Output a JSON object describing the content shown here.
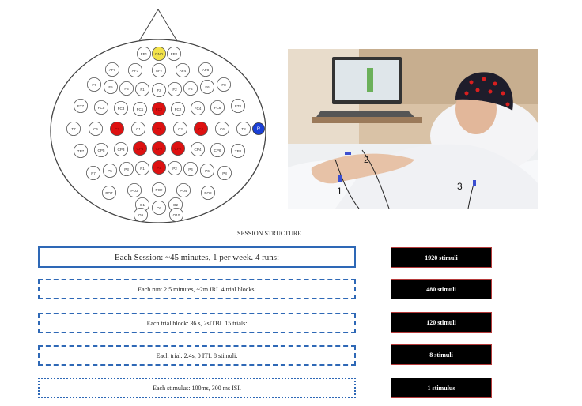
{
  "electrodes": {
    "GND": "GND",
    "Fp1": "FP1",
    "Fp2": "FP2",
    "AF7": "AF7",
    "AF3": "AF3",
    "AFz": "AFz",
    "AF4": "AF4",
    "AF8": "AF8",
    "F7": "F7",
    "F5": "F5",
    "F3": "F3",
    "F1": "F1",
    "Fz": "Fz",
    "F2": "F2",
    "F4": "F4",
    "F6": "F6",
    "F8": "F8",
    "FT7": "FT7",
    "FC5": "FC5",
    "FC3": "FC3",
    "FC1": "FC1",
    "FCz": "FCz",
    "FC2": "FC2",
    "FC4": "FC4",
    "FC6": "FC6",
    "FT8": "FT8",
    "T7": "T7",
    "C5": "C5",
    "C3": "C3",
    "C1": "C1",
    "Cz": "Cz",
    "C2": "C2",
    "C4": "C4",
    "C6": "C6",
    "T8": "T8",
    "R": "R",
    "TP7": "TP7",
    "CP5": "CP5",
    "CP3": "CP3",
    "CP1": "CP1",
    "CPz": "CPz",
    "CP2": "CP2",
    "CP4": "CP4",
    "CP6": "CP6",
    "TP8": "TP8",
    "P7": "P7",
    "P5": "P5",
    "P3": "P3",
    "P1": "P1",
    "Pz": "Pz",
    "P2": "P2",
    "P4": "P4",
    "P6": "P6",
    "P8": "P8",
    "PO7": "PO7",
    "PO3": "PO3",
    "POz": "POz",
    "PO4": "PO4",
    "PO8": "PO8",
    "O1": "O1",
    "Oz": "Oz",
    "O2": "O2",
    "O9": "O9",
    "O10": "O10"
  },
  "photo_labels": {
    "l1": "1",
    "l2": "2",
    "l3": "3"
  },
  "session_structure_title": "SESSION STRUCTURE.",
  "rows": [
    {
      "text": "Each Session: ~45 minutes, 1 per week. 4 runs:",
      "count": "1920 stimuli"
    },
    {
      "text": "Each run: 2.5 minutes, ~2m IRI. 4 trial blocks:",
      "count": "480 stimuli"
    },
    {
      "text": "Each trial block: 36 s, 2sITBI. 15 trials:",
      "count": "120 stimuli"
    },
    {
      "text": "Each trial: 2.4s, 0 ITI. 8 stimuli:",
      "count": "8 stimuli"
    },
    {
      "text": "Each stimulus: 100ms, 300 ms ISI.",
      "count": "1 stimulus"
    }
  ],
  "colors": {
    "active": "#dd1111",
    "ground": "#f2e24a",
    "reference": "#1a3fd6",
    "frame": "#2e68b6"
  }
}
